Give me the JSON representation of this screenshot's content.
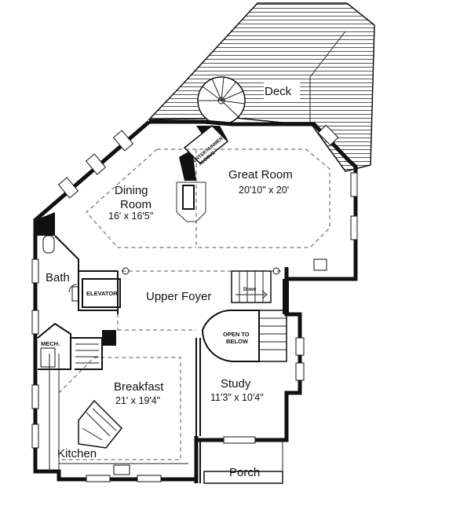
{
  "rooms": {
    "deck": {
      "name": "Deck"
    },
    "great_room": {
      "name": "Great Room",
      "size": "20'10\" x 20'"
    },
    "dining_room": {
      "name_line1": "Dining",
      "name_line2": "Room",
      "size": "16' x 16'5\""
    },
    "bath": {
      "name": "Bath"
    },
    "elevator": {
      "name": "ELEVATOR"
    },
    "upper_foyer": {
      "name": "Upper Foyer"
    },
    "stair_down": {
      "label": "Down"
    },
    "open_to_below": {
      "line1": "OPEN TO",
      "line2": "BELOW"
    },
    "mech": {
      "name": "MECH."
    },
    "breakfast": {
      "name": "Breakfast",
      "size": "21' x 19'4\""
    },
    "study": {
      "name": "Study",
      "size": "11'3\" x 10'4\""
    },
    "kitchen": {
      "name": "Kitchen"
    },
    "porch": {
      "name": "Porch"
    },
    "entertainment": {
      "line1": "ENTERTAINMENT",
      "line2": "ALCOVE"
    }
  },
  "colors": {
    "wall": "#111111",
    "background": "#ffffff"
  }
}
